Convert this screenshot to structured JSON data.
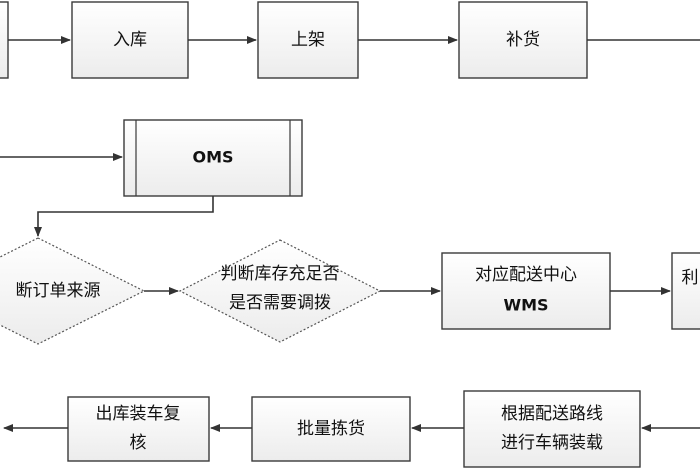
{
  "diagram": {
    "nodes": {
      "inbound": "入库",
      "shelving": "上架",
      "replenish": "补货",
      "oms": "OMS",
      "judge_source": "断订单来源",
      "judge_stock_line1": "判断库存充足否",
      "judge_stock_line2": "是否需要调拨",
      "dc_wms_line1": "对应配送中心",
      "dc_wms_line2": "WMS",
      "partial_right": "利",
      "route_line1": "根据配送路线",
      "route_line2": "进行车辆装载",
      "batch_pick": "批量拣货",
      "outbound_line1": "出库装车复",
      "outbound_line2": "核"
    }
  }
}
